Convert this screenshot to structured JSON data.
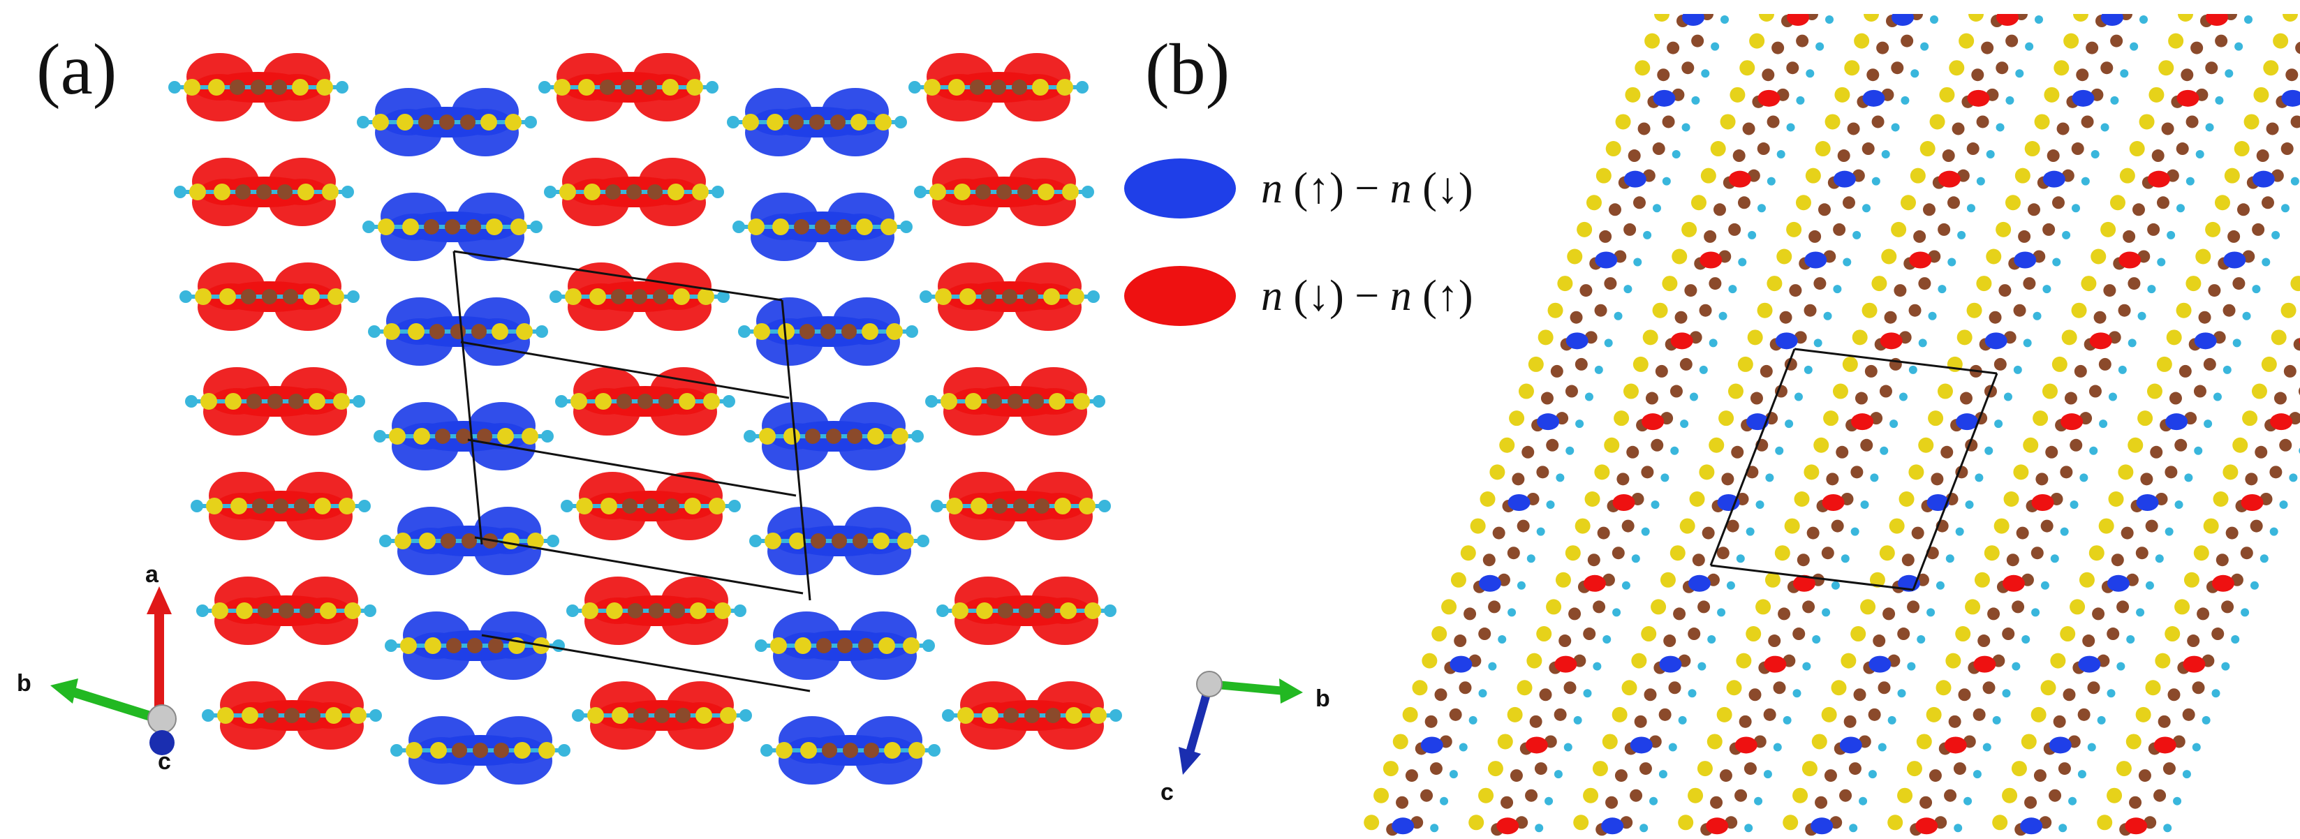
{
  "figure": {
    "panel_a_label": "(a)",
    "panel_b_label": "(b)"
  },
  "legend": {
    "items": [
      {
        "color": "#1f3fe8",
        "n1": "n",
        "arrow1": "(↑)",
        "minus": "−",
        "n2": "n",
        "arrow2": "(↓)"
      },
      {
        "color": "#ee1111",
        "n1": "n",
        "arrow1": "(↓)",
        "minus": "−",
        "n2": "n",
        "arrow2": "(↑)"
      }
    ]
  },
  "axes_a": {
    "a": "a",
    "b": "b",
    "c": "c"
  },
  "axes_b": {
    "b": "b",
    "c": "c"
  },
  "colors": {
    "spin_up": "#1f3fe8",
    "spin_down": "#ee1111",
    "carbon": "#8b4a2b",
    "sulfur": "#e6d21a",
    "hydrogen": "#39b6dc",
    "axis_a": "#e01818",
    "axis_b": "#22b822",
    "axis_c": "#1a2eb0"
  }
}
